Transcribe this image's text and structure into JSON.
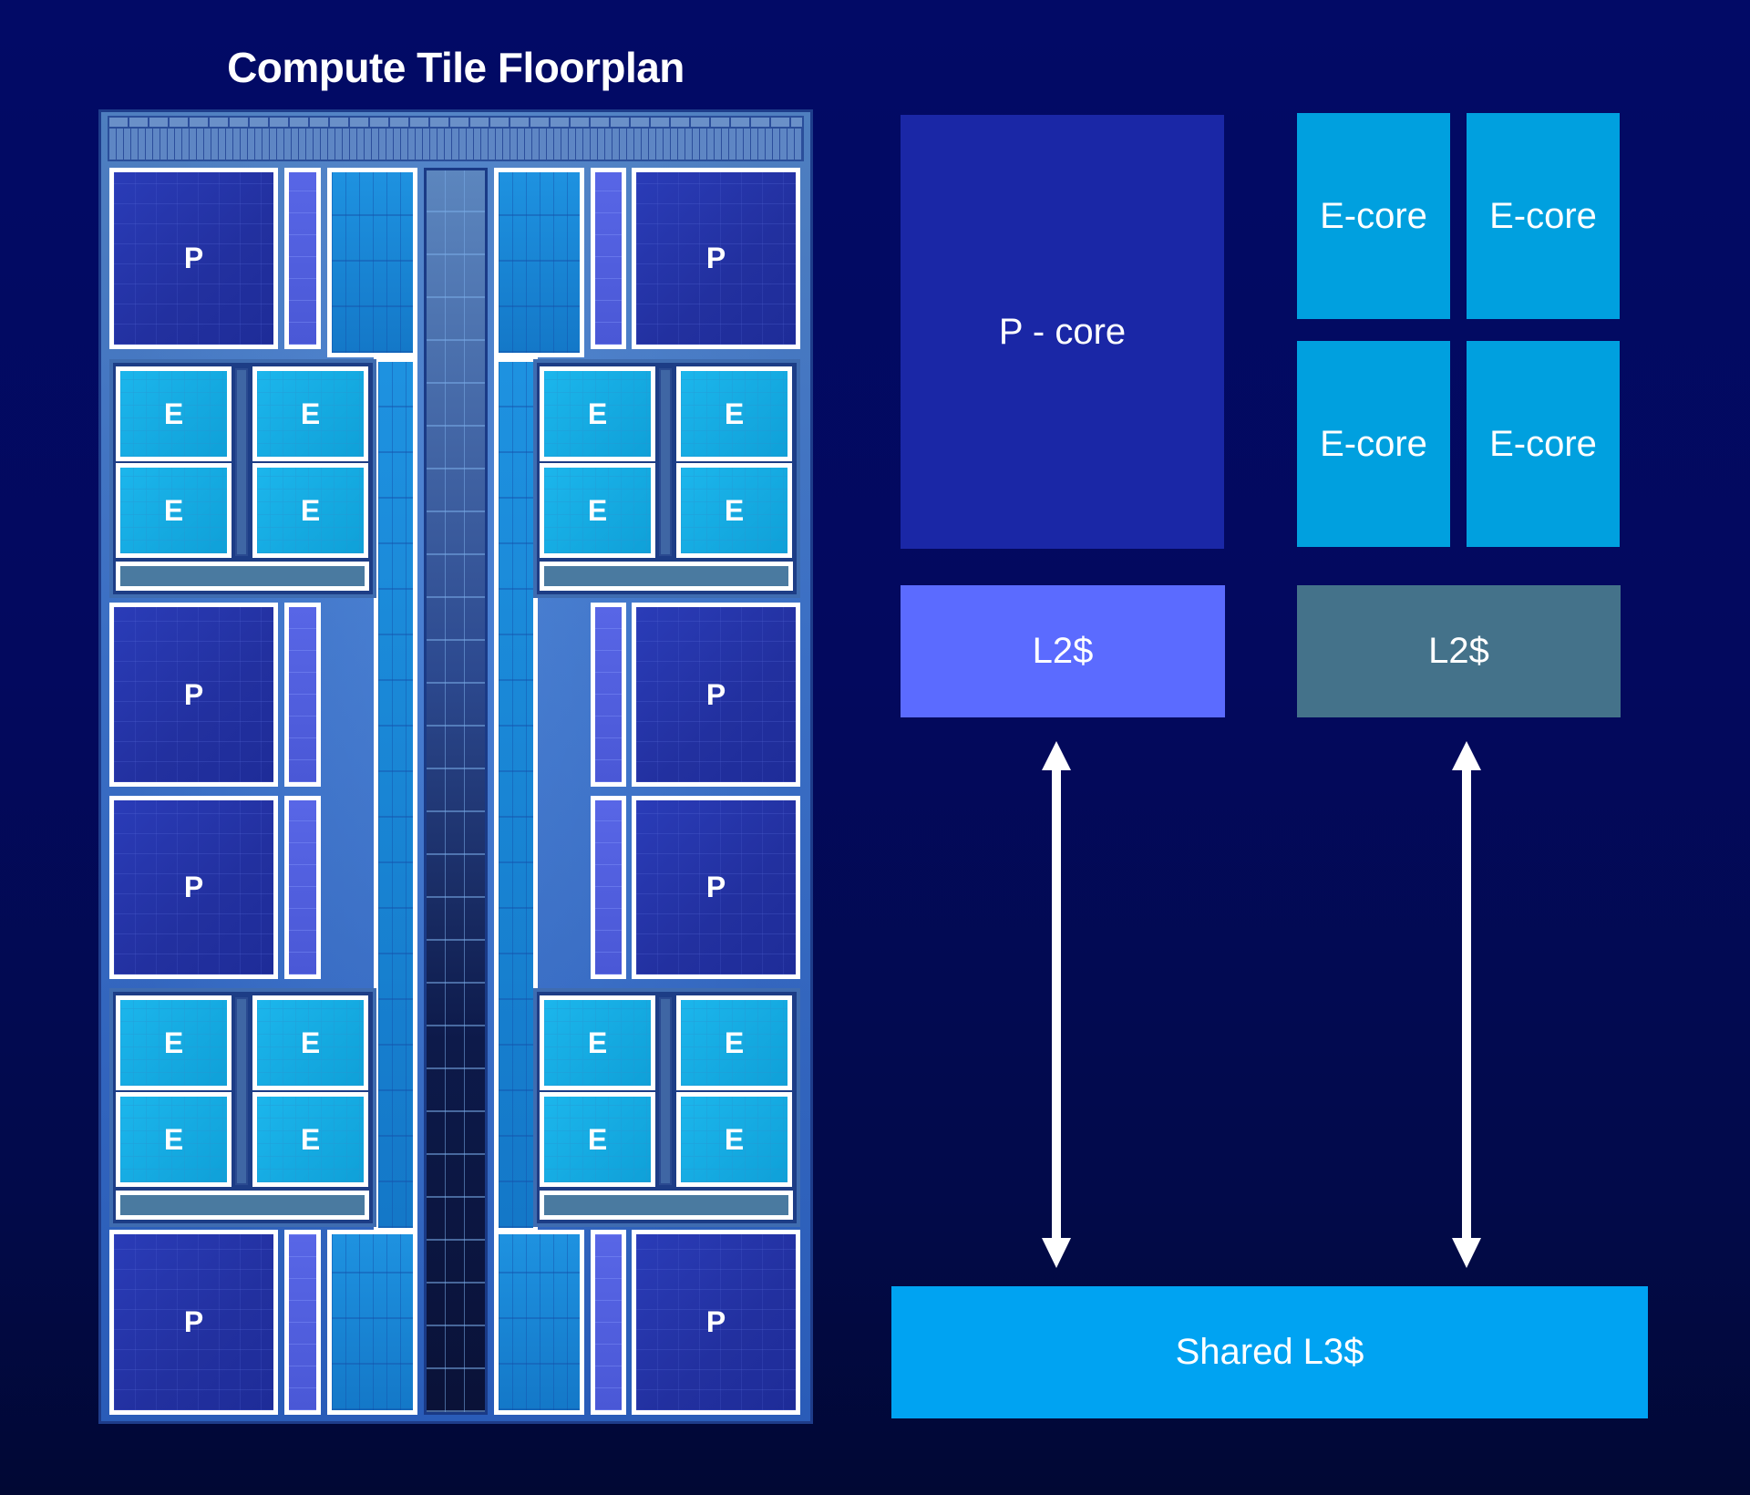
{
  "title": "Compute Tile Floorplan",
  "floorplan": {
    "p_label": "P",
    "e_label": "E",
    "p_core_count": 8,
    "e_core_count": 16
  },
  "diagram": {
    "p_core_label": "P - core",
    "e_core_labels": [
      "E-core",
      "E-core",
      "E-core",
      "E-core"
    ],
    "p_l2_label": "L2$",
    "e_l2_label": "L2$",
    "l3_label": "Shared L3$"
  },
  "colors": {
    "background": "#020a66",
    "p_core": "#1a27a6",
    "e_core": "#00a0df",
    "p_l2": "#5b6bff",
    "e_l2": "#44728a",
    "l3": "#00a3f2",
    "arrow": "#ffffff"
  }
}
